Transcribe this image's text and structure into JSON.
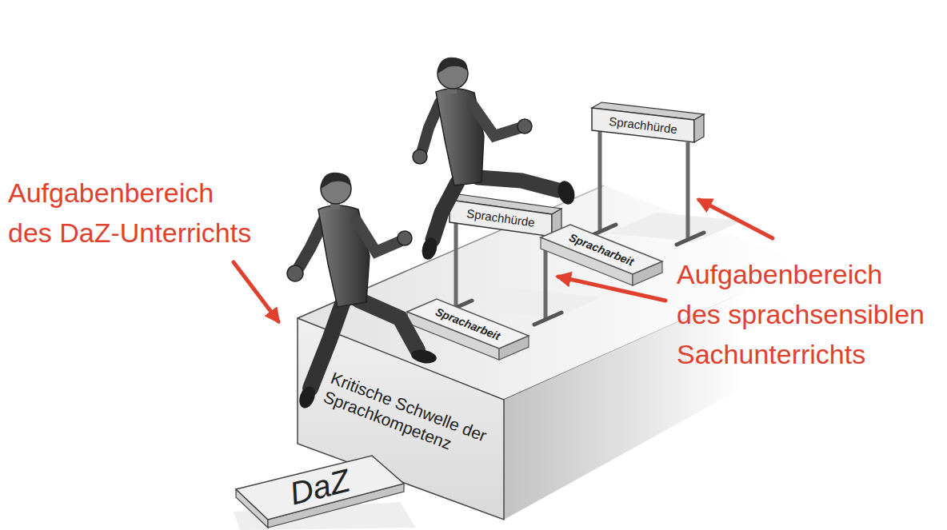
{
  "diagram": {
    "nodes": [
      {
        "text": [
          "Sprachhürde"
        ]
      },
      {
        "text": [
          "Sprachhürde"
        ]
      },
      {
        "text": [
          "Spracharbeit"
        ]
      },
      {
        "text": [
          "Spracharbeit"
        ]
      },
      {
        "text": [
          "Kritische Schwelle der Sprachkompetenz"
        ]
      },
      {
        "text": [
          "DaZ"
        ]
      }
    ],
    "labels": [
      "Aufgabenbereich des DaZ-Unterrichts",
      "Aufgabenbereich des sprachsensiblen Sachunterrichts"
    ]
  }
}
